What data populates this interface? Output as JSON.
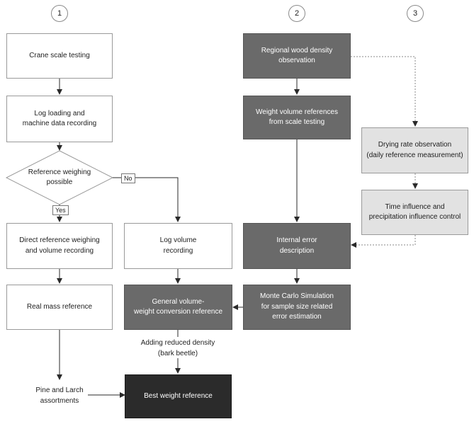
{
  "columns": [
    "1",
    "2",
    "3"
  ],
  "nodes": {
    "crane_scale_testing": "Crane scale testing",
    "log_loading": "Log loading and\nmachine data recording",
    "reference_weighing_possible": "Reference weighing\npossible",
    "direct_reference_weighing": "Direct reference weighing\nand volume recording",
    "log_volume_recording": "Log volume\nrecording",
    "real_mass_reference": "Real mass reference",
    "general_conversion": "General volume-\nweight conversion reference",
    "adding_reduced_density": "Adding reduced density\n(bark beetle)",
    "pine_larch": "Pine and Larch\nassortments",
    "best_weight_reference": "Best weight reference",
    "regional_wood_density": "Regional wood density\nobservation",
    "weight_volume_references": "Weight volume references\nfrom scale testing",
    "internal_error": "Internal error\ndescription",
    "monte_carlo": "Monte Carlo Simulation\nfor sample size related\nerror estimation",
    "drying_rate": "Drying rate observation\n(daily reference measurement)",
    "time_influence": "Time influence and\nprecipitation influence control"
  },
  "edge_labels": {
    "yes": "Yes",
    "no": "No"
  },
  "colors": {
    "line": "#2a2a2a",
    "dashed_line": "#8a8a8a",
    "white_box": "#ffffff",
    "dark_box": "#6a6a6a",
    "light_box": "#e2e2e2",
    "black_box": "#2b2b2b"
  }
}
